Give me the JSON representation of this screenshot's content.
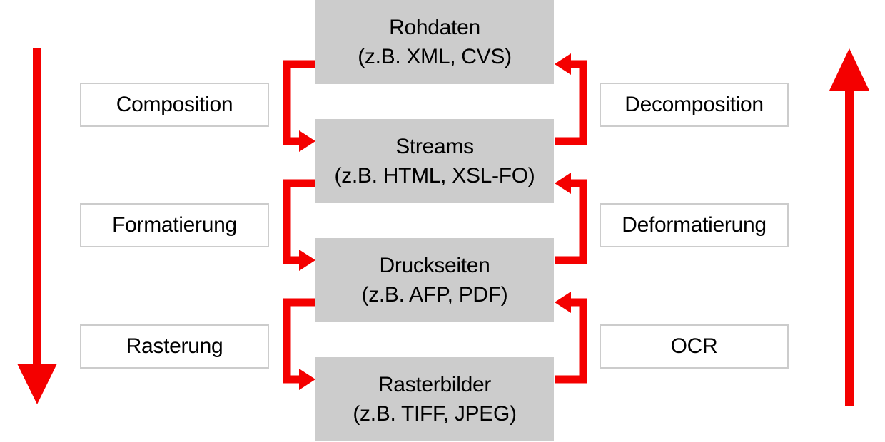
{
  "diagram": {
    "stages": [
      {
        "name": "Rohdaten",
        "example": "(z.B. XML, CVS)"
      },
      {
        "name": "Streams",
        "example": "(z.B. HTML, XSL-FO)"
      },
      {
        "name": "Druckseiten",
        "example": "(z.B. AFP, PDF)"
      },
      {
        "name": "Rasterbilder",
        "example": "(z.B. TIFF, JPEG)"
      }
    ],
    "forward_steps": [
      {
        "label": "Composition"
      },
      {
        "label": "Formatierung"
      },
      {
        "label": "Rasterung"
      }
    ],
    "backward_steps": [
      {
        "label": "Decomposition"
      },
      {
        "label": "Deformatierung"
      },
      {
        "label": "OCR"
      }
    ]
  },
  "colors": {
    "arrow_red": "#f40000",
    "stage_box_gray": "#cccccc",
    "label_border_gray": "#cccccc",
    "text_black": "#000000"
  }
}
